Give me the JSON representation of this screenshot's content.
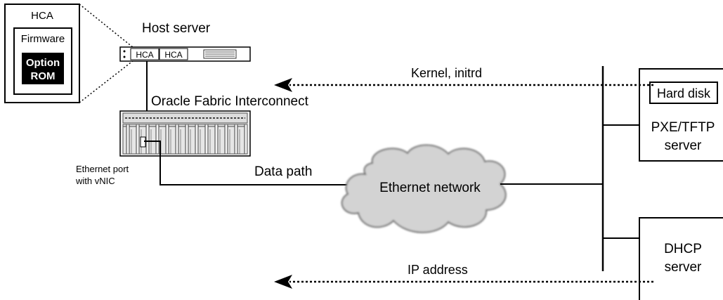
{
  "hca_callout": {
    "title": "HCA",
    "firmware": "Firmware",
    "option_line1": "Option",
    "option_line2": "ROM"
  },
  "host": {
    "label": "Host server",
    "hca1": "HCA",
    "hca2": "HCA"
  },
  "fabric": {
    "label": "Oracle Fabric Interconnect"
  },
  "port": {
    "line1": "Ethernet port",
    "line2": "with vNIC"
  },
  "links": {
    "data_path": "Data path",
    "kernel": "Kernel, initrd",
    "ip": "IP address"
  },
  "network": {
    "label": "Ethernet network"
  },
  "pxe": {
    "hard_disk": "Hard disk",
    "line1": "PXE/TFTP",
    "line2": "server"
  },
  "dhcp": {
    "line1": "DHCP",
    "line2": "server"
  }
}
